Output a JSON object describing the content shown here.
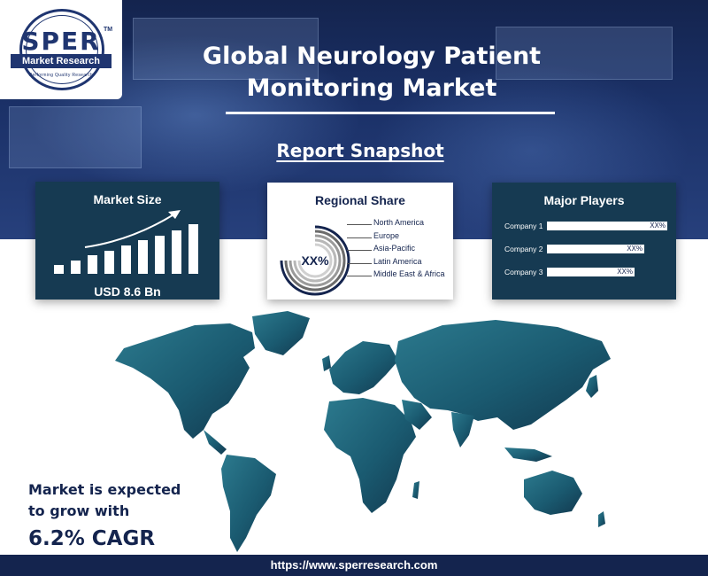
{
  "brand": {
    "name": "SPER",
    "tm": "TM",
    "subtitle": "Market Research",
    "tagline": "Performing Quality Research",
    "color": "#1f3570"
  },
  "header": {
    "title_line1": "Global Neurology Patient",
    "title_line2": "Monitoring Market",
    "snapshot": "Report Snapshot"
  },
  "market_size": {
    "title": "Market Size",
    "value": "USD 8.6 Bn",
    "bar_levels": [
      0.17,
      0.27,
      0.37,
      0.47,
      0.57,
      0.67,
      0.77,
      0.88,
      1.0
    ]
  },
  "regional_share": {
    "title": "Regional Share",
    "center_label": "XX%",
    "regions": [
      "North America",
      "Europe",
      "Asia-Pacific",
      "Latin America",
      "Middle East & Africa"
    ]
  },
  "major_players": {
    "title": "Major Players",
    "players": [
      {
        "name": "Company 1",
        "value": "XX%",
        "share": 1.0
      },
      {
        "name": "Company 2",
        "value": "XX%",
        "share": 0.81
      },
      {
        "name": "Company 3",
        "value": "XX%",
        "share": 0.73
      }
    ]
  },
  "growth": {
    "line1": "Market is expected",
    "line2": "to grow with",
    "cagr": "6.2% CAGR"
  },
  "footer": {
    "url": "https://www.sperresearch.com"
  },
  "colors": {
    "navy": "#14244e",
    "card_teal": "#163a52",
    "map_teal": "#1a5e74"
  }
}
